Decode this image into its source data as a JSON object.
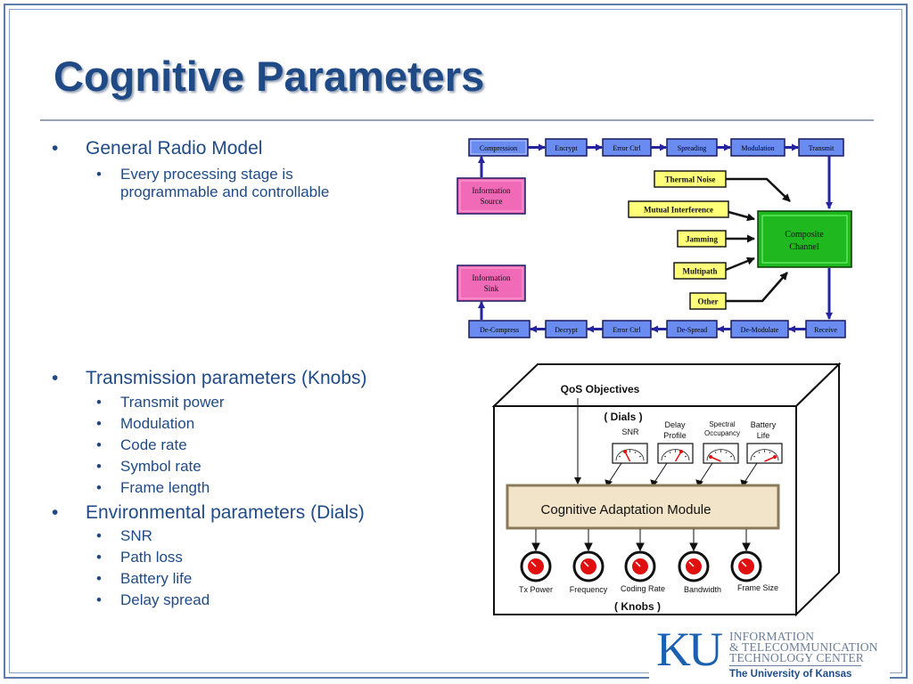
{
  "slide": {
    "title": "Cognitive Parameters"
  },
  "bullets": {
    "general": "General Radio Model",
    "general_sub_1": "Every processing stage is",
    "general_sub_2": "programmable and controllable",
    "knobs": "Transmission parameters (Knobs)",
    "knob_items": [
      "Transmit power",
      "Modulation",
      "Code rate",
      "Symbol rate",
      "Frame length"
    ],
    "dials": "Environmental parameters (Dials)",
    "dial_items": [
      "SNR",
      "Path loss",
      "Battery life",
      "Delay spread"
    ]
  },
  "radio_model": {
    "tx_chain": [
      "Compression",
      "Encrypt",
      "Error Ctrl",
      "Spreading",
      "Modulation",
      "Transmit"
    ],
    "rx_chain": [
      "De-Compress",
      "Decrypt",
      "Error Ctrl",
      "De-Spread",
      "De-Modulate",
      "Receive"
    ],
    "source": [
      "Information",
      "Source"
    ],
    "sink": [
      "Information",
      "Sink"
    ],
    "impairments": [
      "Thermal Noise",
      "Mutual Interference",
      "Jamming",
      "Multipath",
      "Other"
    ],
    "channel": [
      "Composite",
      "Channel"
    ]
  },
  "cognitive_box": {
    "qos": "QoS Objectives",
    "dials_label": "( Dials )",
    "dials": [
      {
        "label": [
          "SNR"
        ]
      },
      {
        "label": [
          "Delay",
          "Profile"
        ]
      },
      {
        "label": [
          "Spectral",
          "Occupancy"
        ]
      },
      {
        "label": [
          "Battery",
          "Life"
        ]
      }
    ],
    "module": "Cognitive Adaptation Module",
    "knobs": [
      "Tx Power",
      "Frequency",
      "Coding Rate",
      "Bandwidth",
      "Frame Size"
    ],
    "knobs_label": "( Knobs )"
  },
  "logo": {
    "mark": "KU",
    "line1": "INFORMATION",
    "line2": "& TELECOMMUNICATION",
    "line3": "TECHNOLOGY CENTER",
    "line4": "The University of Kansas"
  },
  "colors": {
    "title": "#1f4a85",
    "block_blue": "#6a8cf0",
    "block_pink": "#f06ab8",
    "block_yellow": "#ffff7a",
    "block_green": "#1fb81f",
    "arrow_blue": "#24249c",
    "module_tan": "#f2e4c8",
    "knob_red": "#e01010"
  }
}
